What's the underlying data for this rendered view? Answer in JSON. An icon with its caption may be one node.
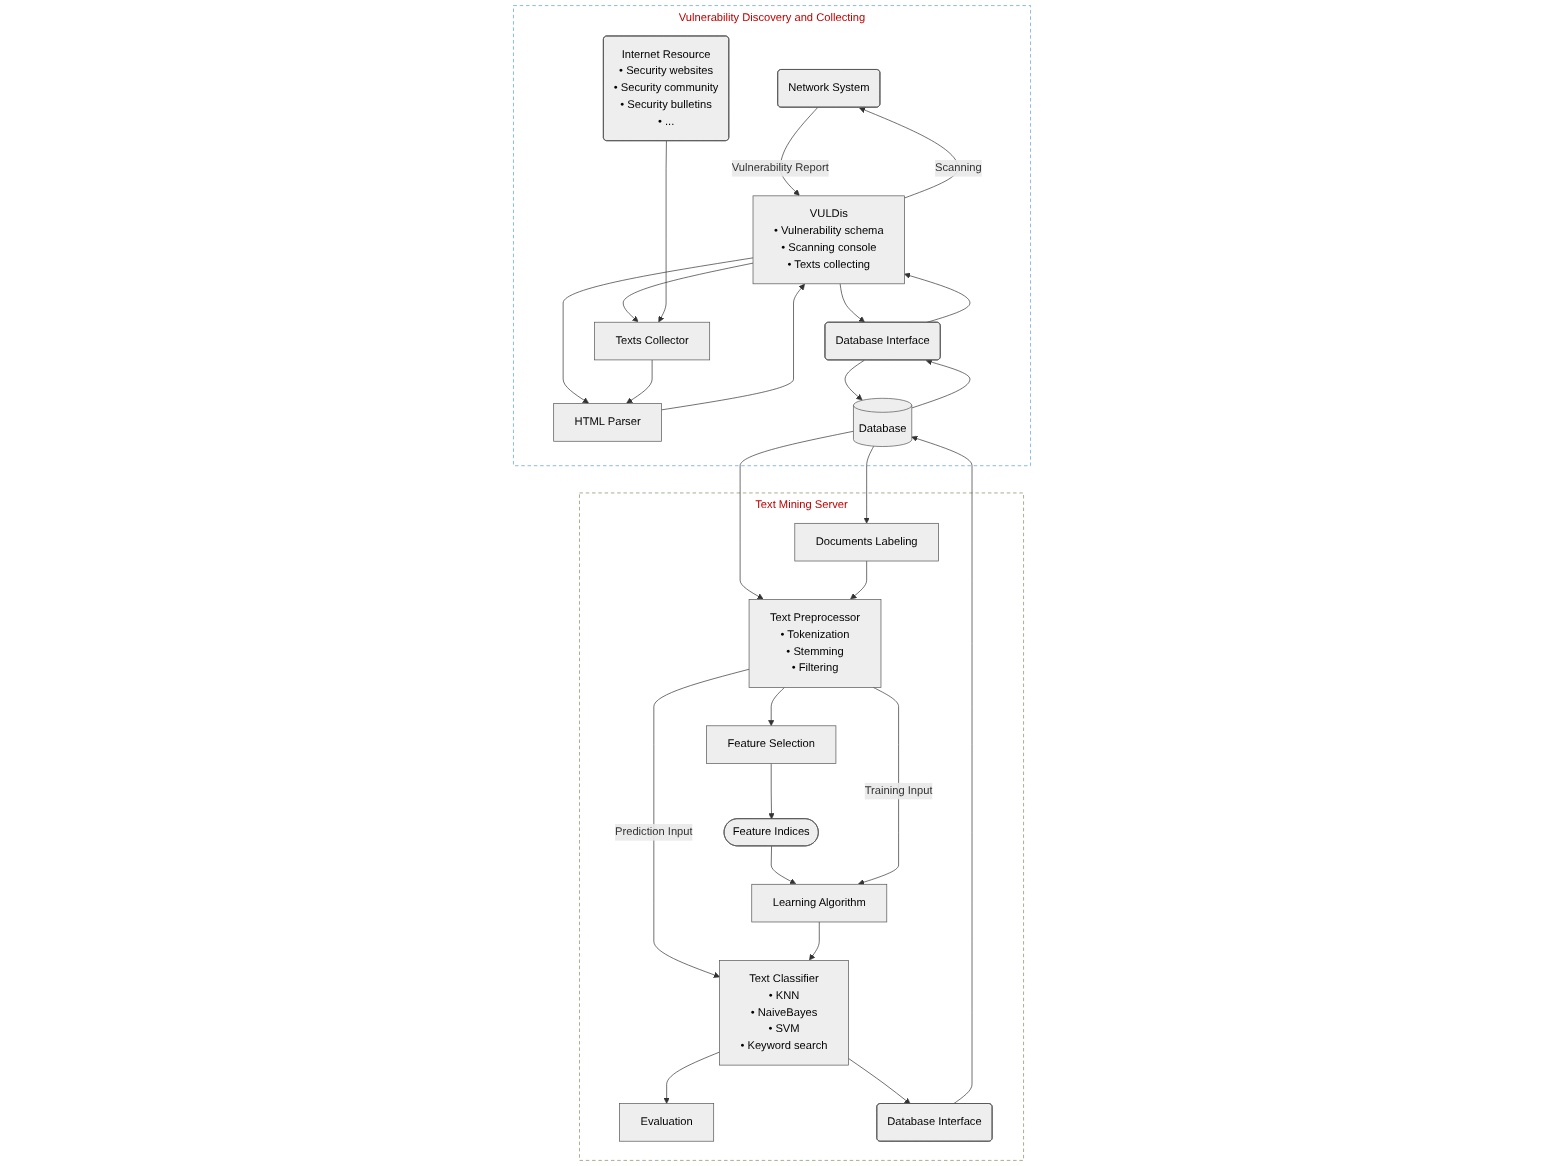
{
  "diagram": {
    "nodes": [
      {
        "text": [
          "Vulnerability Discovery and Collecting"
        ]
      },
      {
        "text": [
          "Network System"
        ],
        "in": 0
      },
      {
        "text": [
          "VULDis",
          "• Vulnerability schema",
          "• Scanning console",
          "• Texts collecting"
        ],
        "in": 0
      },
      {
        "text": [
          "Database Interface"
        ],
        "in": 0
      },
      {
        "text": [
          "Internet Resource",
          "• Security websites",
          "• Security community",
          "• Security bulletins",
          "• ..."
        ],
        "in": 0
      },
      {
        "text": [
          "Texts Collector"
        ],
        "in": 0
      },
      {
        "text": [
          "HTML Parser"
        ],
        "in": 0
      },
      {
        "text": [
          "Database"
        ],
        "in": 0
      },
      {
        "text": [
          "Text Mining Server"
        ]
      },
      {
        "text": [
          "Feature Selection"
        ],
        "in": 8
      },
      {
        "text": [
          "Text Preprocessor",
          "• Tokenization",
          "• Stemming",
          "• Filtering"
        ],
        "in": 8
      },
      {
        "text": [
          "Documents Labeling"
        ],
        "in": 8
      },
      {
        "text": [
          "Feature Indices"
        ],
        "in": 8
      },
      {
        "text": [
          "Evaluation"
        ],
        "in": 8
      },
      {
        "text": [
          "Learning Algorithm"
        ],
        "in": 8
      },
      {
        "text": [
          "Text Classifier",
          "• KNN",
          "• NaiveBayes",
          "• SVM",
          "• Keyword search"
        ],
        "in": 8
      },
      {
        "text": [
          "Database Interface"
        ],
        "in": 8
      }
    ],
    "edges": [
      {
        "from": 2,
        "to": 1,
        "arrow": "to",
        "label": "Scanning"
      },
      {
        "from": 1,
        "to": 2,
        "arrow": "to",
        "label": "Vulnerability Report"
      },
      {
        "from": 2,
        "to": 3,
        "arrow": "to"
      },
      {
        "from": 3,
        "to": 2,
        "arrow": "to"
      },
      {
        "from": 3,
        "to": 7,
        "arrow": "to"
      },
      {
        "from": 7,
        "to": 3,
        "arrow": "to"
      },
      {
        "from": 2,
        "to": 5,
        "arrow": "to"
      },
      {
        "from": 2,
        "to": 6,
        "arrow": "to"
      },
      {
        "from": 6,
        "to": 2,
        "arrow": "to"
      },
      {
        "from": 4,
        "to": 5,
        "arrow": "to"
      },
      {
        "from": 5,
        "to": 6,
        "arrow": "to"
      },
      {
        "from": 7,
        "to": 11,
        "arrow": "to"
      },
      {
        "from": 7,
        "to": 10,
        "arrow": "to"
      },
      {
        "from": 16,
        "to": 7,
        "arrow": "to"
      },
      {
        "from": 11,
        "to": 10,
        "arrow": "to"
      },
      {
        "from": 10,
        "to": 9,
        "arrow": "to"
      },
      {
        "from": 9,
        "to": 12,
        "arrow": "to"
      },
      {
        "from": 12,
        "to": 14,
        "arrow": "to"
      },
      {
        "from": 10,
        "to": 14,
        "arrow": "to",
        "label": "Training Input"
      },
      {
        "from": 10,
        "to": 15,
        "arrow": "to",
        "label": "Prediction Input"
      },
      {
        "from": 15,
        "to": 13,
        "arrow": "to"
      },
      {
        "from": 14,
        "to": 15,
        "arrow": "to"
      },
      {
        "from": 15,
        "to": 16,
        "arrow": "to"
      }
    ]
  }
}
